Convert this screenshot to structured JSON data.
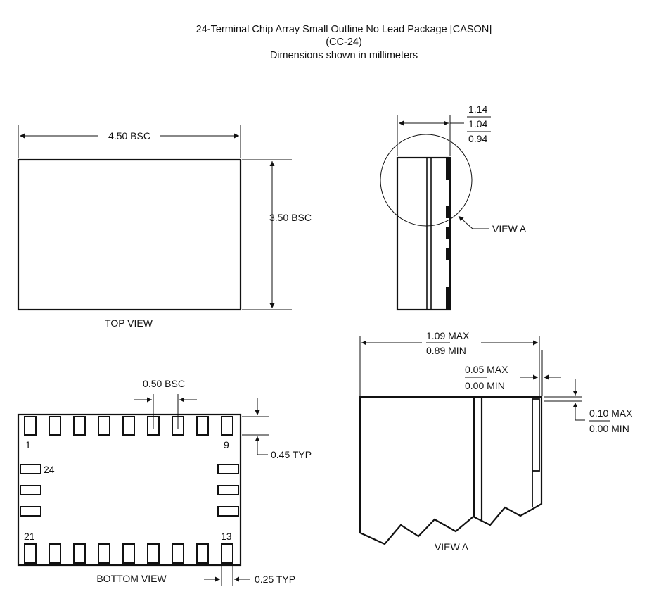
{
  "title": {
    "line1": "24-Terminal Chip Array Small Outline No Lead Package [CASON]",
    "line2": "(CC-24)",
    "line3": "Dimensions shown in millimeters"
  },
  "top_view": {
    "label": "TOP VIEW",
    "width_dim": "4.50 BSC",
    "height_dim": "3.50 BSC"
  },
  "side_view": {
    "dim_max": "1.14",
    "dim_nom": "1.04",
    "dim_min": "0.94",
    "callout": "VIEW A"
  },
  "bottom_view": {
    "label": "BOTTOM VIEW",
    "pitch_dim": "0.50 BSC",
    "pad_length_dim": "0.45 TYP",
    "pad_width_dim": "0.25 TYP",
    "pin_labels": {
      "p1": "1",
      "p9": "9",
      "p24": "24",
      "p21": "21",
      "p13": "13"
    }
  },
  "view_a": {
    "label": "VIEW A",
    "height_max": "1.09 MAX",
    "height_min": "0.89 MIN",
    "offset_max": "0.05 MAX",
    "offset_min": "0.00 MIN",
    "pad_max": "0.10 MAX",
    "pad_min": "0.00 MIN"
  }
}
